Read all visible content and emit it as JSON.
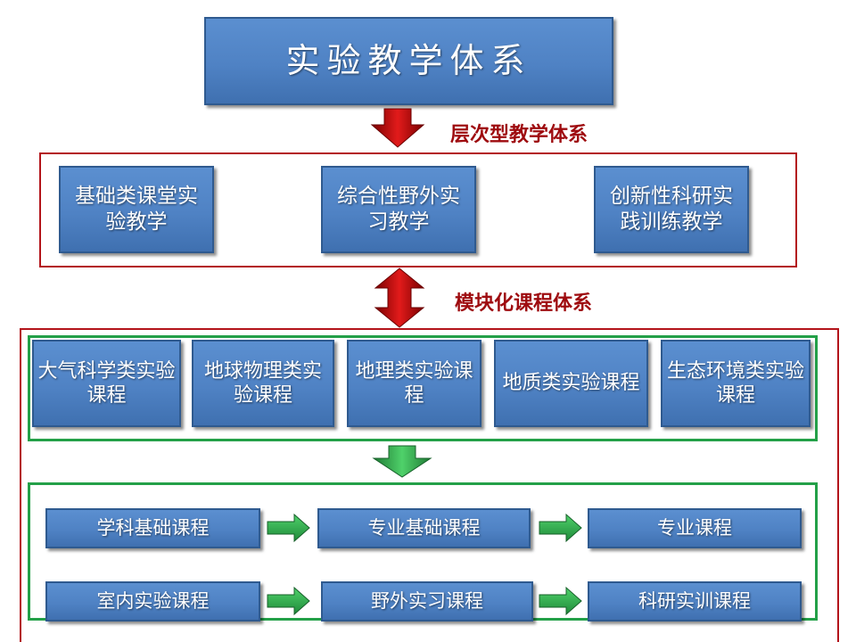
{
  "title": "实验教学体系",
  "level1": {
    "label": "层次型教学体系",
    "items": [
      "基础类课堂实验教学",
      "综合性野外实习教学",
      "创新性科研实践训练教学"
    ]
  },
  "level2": {
    "label": "模块化课程体系",
    "items": [
      "大气科学类实验课程",
      "地球物理类实验课程",
      "地理类实验课程",
      "地质类实验课程",
      "生态环境类实验课程"
    ]
  },
  "flow": {
    "row1": [
      "学科基础课程",
      "专业基础课程",
      "专业课程"
    ],
    "row2": [
      "室内实验课程",
      "野外实习课程",
      "科研实训课程"
    ]
  },
  "colors": {
    "box": "#4f82c4",
    "red_frame": "#b3141a",
    "green_frame": "#23a048",
    "label_text": "#9e0b0f"
  }
}
